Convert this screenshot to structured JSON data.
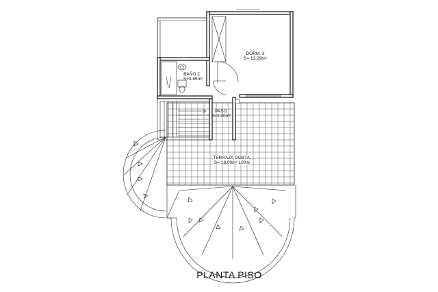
{
  "drawing": {
    "title": "PLANTA PISO",
    "rooms": {
      "dorm3": {
        "name": "DORM. 3",
        "area": "S= 13.29m²"
      },
      "bano2": {
        "name": "BAÑO 2",
        "area": "S=3.85m²"
      },
      "paso": {
        "name": "PASO",
        "area": "S=2.00m²"
      },
      "terraza": {
        "name": "TERRAZA DOBTA.",
        "area": "S= 18.00m² 100%"
      }
    }
  }
}
